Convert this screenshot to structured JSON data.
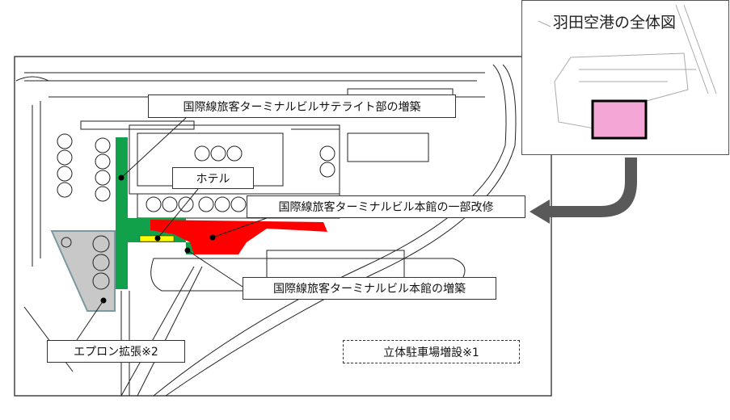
{
  "inset": {
    "title": "羽田空港の全体図",
    "highlight_color": "#f4a6d7"
  },
  "labels": {
    "satellite": "国際線旅客ターミナルビルサテライト部の増築",
    "hotel": "ホテル",
    "main_renovation": "国際線旅客ターミナルビル本館の一部改修",
    "main_extension": "国際線旅客ターミナルビル本館の増築",
    "apron": "エプロン拡張※2",
    "parking": "立体駐車場増設※1"
  },
  "colors": {
    "extension": "#12a14b",
    "renovation": "#ff0000",
    "hotel": "#ffff00",
    "apron": "#c8c8c8",
    "arrow": "#595959"
  }
}
